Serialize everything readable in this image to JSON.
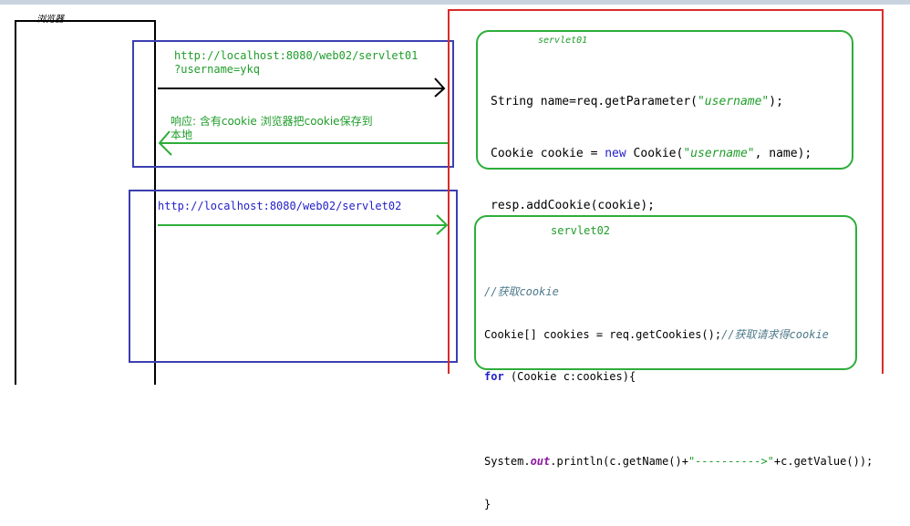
{
  "browser": {
    "label": "浏览器"
  },
  "request1": {
    "url_line1": "http://localhost:8080/web02/servlet01",
    "url_line2": "?username=ykq"
  },
  "response1": {
    "line1": "响应: 含有cookie 浏览器把cookie保存到",
    "line2": "本地"
  },
  "request2": {
    "url": "http://localhost:8080/web02/servlet02"
  },
  "servlet01": {
    "label": "servlet01",
    "code": {
      "l1_pre": "String name=req.getParameter(",
      "l1_str": "\"username\"",
      "l1_post": ");",
      "l2_pre": "Cookie cookie = ",
      "l2_kw": "new",
      "l2_mid": " Cookie(",
      "l2_str": "\"username\"",
      "l2_post": ", name);",
      "l3": "resp.addCookie(cookie);"
    }
  },
  "servlet02": {
    "label": "servlet02",
    "code": {
      "c1": "//获取cookie",
      "l2_pre": "Cookie[] cookies = req.getCookies();",
      "l2_cmt": "//获取请求得cookie",
      "l3_kw": "for",
      "l3_post": " (Cookie c:cookies){",
      "l4_pre": "System.",
      "l4_fld": "out",
      "l4_mid": ".println(c.getName()+",
      "l4_str": "\"---------->\"",
      "l4_post": "+c.getValue());",
      "l5": "}"
    }
  },
  "colors": {
    "blue": "#3b3fb0",
    "red": "#d92b2b",
    "green": "#2dae3a"
  }
}
